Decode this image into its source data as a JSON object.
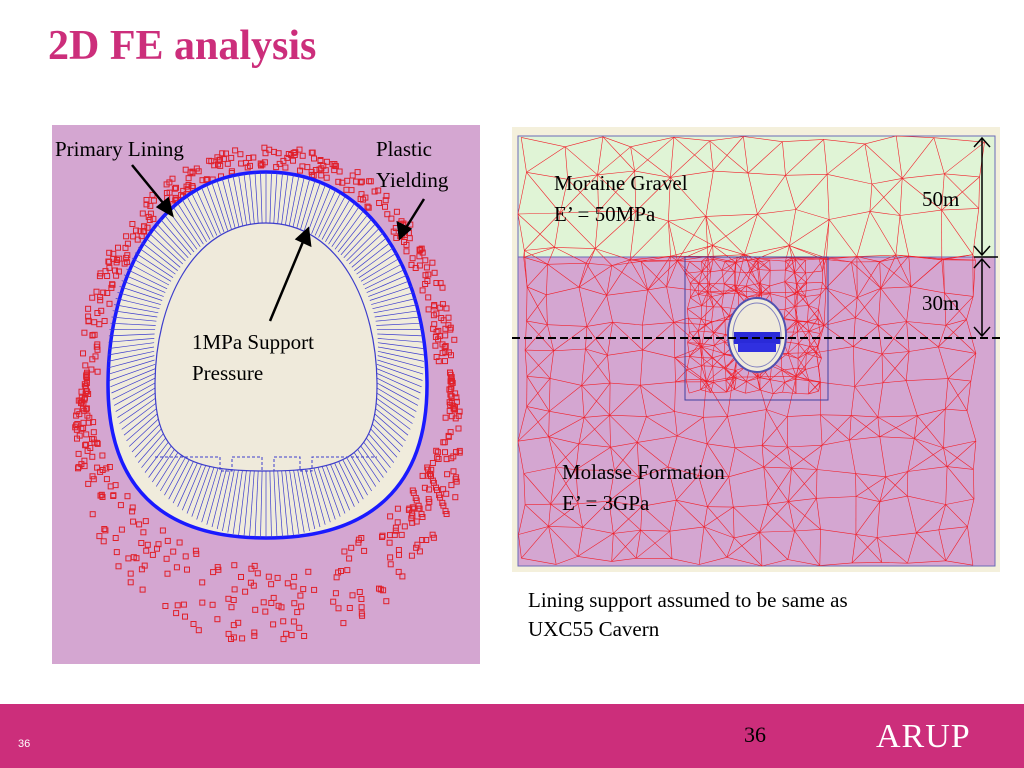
{
  "slide": {
    "title": "2D FE analysis",
    "footer_page_small": "36",
    "footer_page": "36",
    "logo_text": "ARUP"
  },
  "left_diagram": {
    "label_primary_lining": "Primary Lining",
    "label_plastic_line1": "Plastic",
    "label_plastic_line2": "Yielding",
    "label_support_line1": "1MPa Support",
    "label_support_line2": "Pressure",
    "panel_color": "#d4a6d1",
    "lining_color": "#1a1aff",
    "yield_color": "#e0202a"
  },
  "right_diagram": {
    "upper_layer_line1": "Moraine Gravel",
    "upper_layer_line2": "E’ = 50MPa",
    "lower_layer_line1": "Molasse Formation",
    "lower_layer_line2": "E’ = 3GPa",
    "dim_upper": "50m",
    "dim_lower": "30m",
    "upper_color": "#e0f4d6",
    "lower_color": "#d4a6d1",
    "mesh_color": "#f0202a"
  },
  "caption": {
    "line1": "Lining support assumed to be same as",
    "line2": "UXC55 Cavern"
  }
}
